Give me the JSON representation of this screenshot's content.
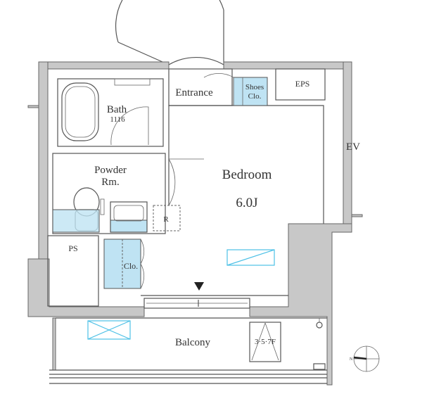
{
  "rooms": {
    "entrance": "Entrance",
    "shoes_clo_line1": "Shoes",
    "shoes_clo_line2": "Clo.",
    "eps": "EPS",
    "bath": "Bath",
    "bath_size": "1116",
    "powder_line1": "Powder",
    "powder_line2": "Rm.",
    "bedroom": "Bedroom",
    "bedroom_size": "6.0J",
    "refrigerator": "R",
    "ps": "PS",
    "closet": "Clo.",
    "ev": "EV",
    "balcony": "Balcony",
    "evac_ladder": "3·5·7F",
    "north": "N"
  },
  "colors": {
    "wall": "#c8c8c8",
    "storage_fill": "#bfe3f3",
    "aircon": "#4cc0e6"
  }
}
